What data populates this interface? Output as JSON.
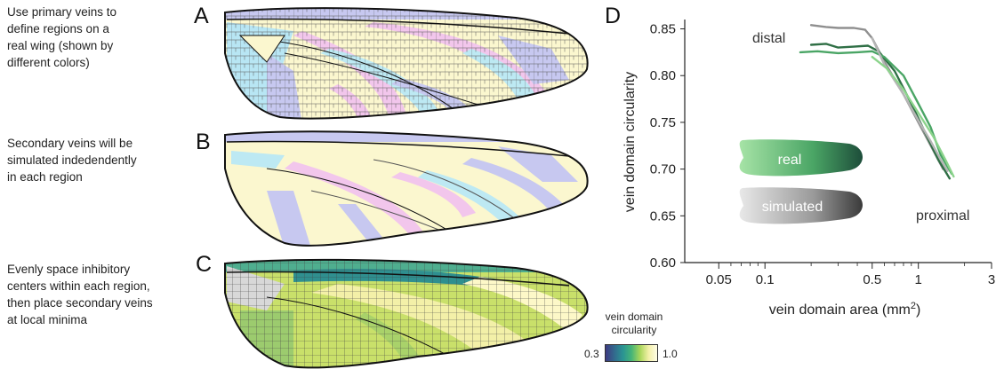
{
  "captions": {
    "a": "Use primary veins to\ndefine regions on a\nreal wing (shown by\ndifferent colors)",
    "b": "Secondary veins will be\nsimulated indedendently\nin each region",
    "c": "Evenly space inhibitory\ncenters within each region,\nthen place secondary veins\nat local minima"
  },
  "panels": {
    "a": "A",
    "b": "B",
    "c": "C",
    "d": "D"
  },
  "colorbar": {
    "title": "vein domain\ncircularity",
    "min_label": "0.3",
    "max_label": "1.0"
  },
  "chart_data": {
    "type": "line",
    "xlabel": "vein domain area (mm",
    "xlabel_sup": "2",
    "xlabel_end": ")",
    "ylabel": "vein domain circularity",
    "x_scale": "log",
    "xlim": [
      0.03,
      3
    ],
    "ylim": [
      0.6,
      0.86
    ],
    "x_ticks": [
      0.05,
      0.1,
      0.5,
      1,
      3
    ],
    "x_tick_labels": [
      "0.05",
      "0.1",
      "0.5",
      "1",
      "3"
    ],
    "y_ticks": [
      0.6,
      0.65,
      0.7,
      0.75,
      0.8,
      0.85
    ],
    "y_tick_labels": [
      "0.60",
      "0.65",
      "0.70",
      "0.75",
      "0.80",
      "0.85"
    ],
    "legend": {
      "placement": "center-left",
      "entries": [
        "real",
        "simulated"
      ]
    },
    "annotations": {
      "top": "distal",
      "bottom": "proximal"
    },
    "colors": {
      "real": "#3a8a5c",
      "simulated": "#8a8a8a"
    },
    "series": [
      {
        "group": "simulated",
        "color": "#8f8f8f",
        "x": [
          0.2,
          0.25,
          0.3,
          0.38,
          0.45,
          0.5,
          0.6,
          0.8,
          1.0,
          1.25,
          1.45
        ],
        "y": [
          0.854,
          0.852,
          0.851,
          0.851,
          0.849,
          0.84,
          0.815,
          0.78,
          0.75,
          0.72,
          0.7
        ]
      },
      {
        "group": "real",
        "color": "#2f6f45",
        "x": [
          0.2,
          0.25,
          0.3,
          0.38,
          0.47,
          0.55,
          0.7,
          0.9,
          1.1,
          1.35,
          1.6
        ],
        "y": [
          0.833,
          0.834,
          0.83,
          0.831,
          0.832,
          0.826,
          0.805,
          0.77,
          0.74,
          0.71,
          0.69
        ]
      },
      {
        "group": "real",
        "color": "#4aa565",
        "x": [
          0.17,
          0.22,
          0.3,
          0.4,
          0.5,
          0.6,
          0.8,
          1.0,
          1.2,
          1.4,
          1.65
        ],
        "y": [
          0.825,
          0.826,
          0.824,
          0.825,
          0.826,
          0.82,
          0.8,
          0.77,
          0.745,
          0.715,
          0.695
        ]
      },
      {
        "group": "simulated",
        "color": "#b5b5b5",
        "x": [
          0.5,
          0.6,
          0.8,
          1.0,
          1.2,
          1.4,
          1.55
        ],
        "y": [
          0.84,
          0.812,
          0.78,
          0.752,
          0.73,
          0.71,
          0.698
        ]
      },
      {
        "group": "real",
        "color": "#8cd48c",
        "x": [
          0.5,
          0.62,
          0.8,
          1.0,
          1.25,
          1.5,
          1.7
        ],
        "y": [
          0.82,
          0.808,
          0.785,
          0.76,
          0.735,
          0.71,
          0.692
        ]
      }
    ]
  }
}
